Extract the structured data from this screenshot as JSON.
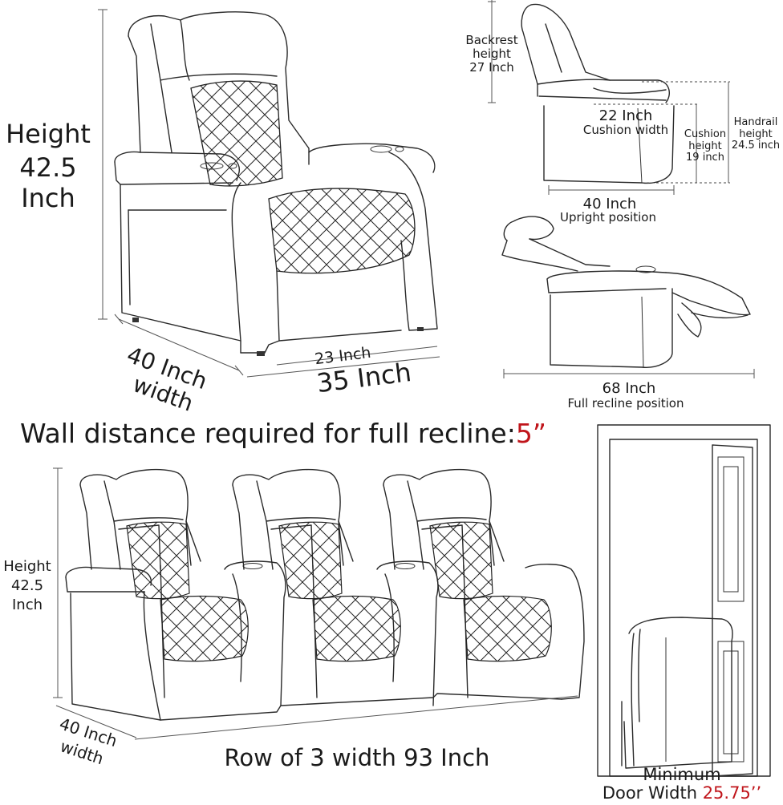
{
  "single": {
    "height_label": [
      "Height",
      "42.5",
      "Inch"
    ],
    "width_label": [
      "40 Inch",
      "width"
    ],
    "seat_width": "23 Inch",
    "overall_width": "35 Inch"
  },
  "side": {
    "backrest": [
      "Backrest",
      "height",
      "27 Inch"
    ],
    "cushion_width": [
      "22 Inch",
      "Cushion width"
    ],
    "cushion_height": [
      "Cushion",
      "height",
      "19 inch"
    ],
    "handrail": [
      "Handrail",
      "height",
      "24.5 inch"
    ],
    "depth": [
      "40 Inch",
      "Upright position"
    ]
  },
  "recline": {
    "depth": [
      "68 Inch",
      "Full recline position"
    ]
  },
  "wall": {
    "text": "Wall distance required for full recline:",
    "value": "5”",
    "value_color": "#c0151b"
  },
  "row": {
    "height_label": [
      "Height",
      "42.5",
      "Inch"
    ],
    "width_label": [
      "40 Inch",
      "width"
    ],
    "row_width": "Row of 3 width 93 Inch"
  },
  "door": {
    "label": "Minimum",
    "label2": "Door Width ",
    "value": "25.75’’",
    "value_color": "#c0151b"
  }
}
